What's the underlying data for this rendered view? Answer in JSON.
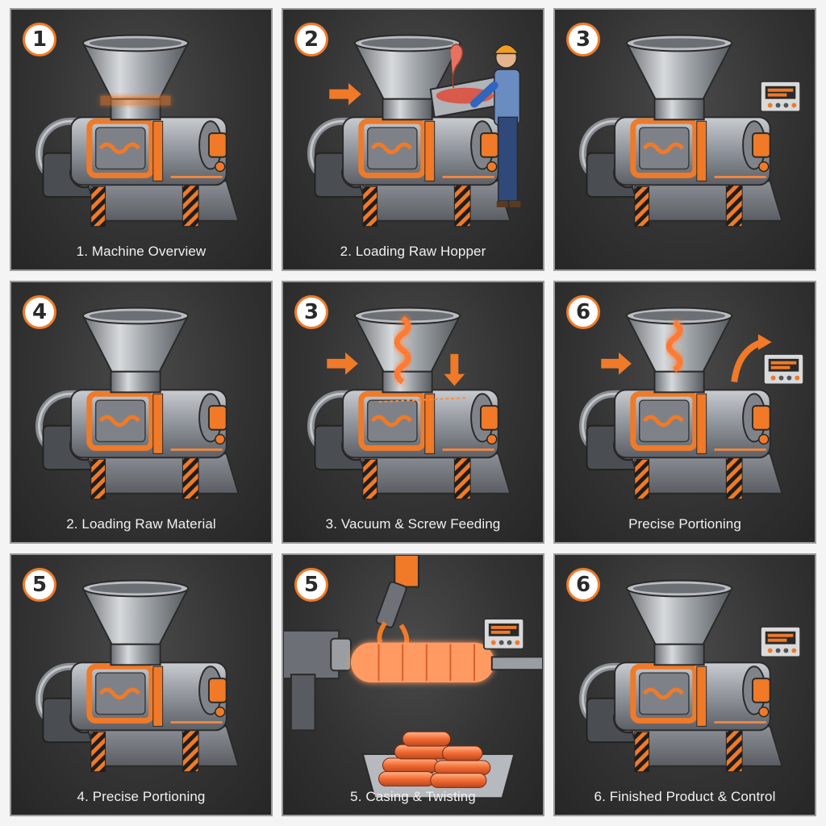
{
  "panels": [
    {
      "badge": "1",
      "caption": "1.  Machine Overview",
      "variant": "overview"
    },
    {
      "badge": "2",
      "caption": "2. Loading Raw Hopper",
      "variant": "worker"
    },
    {
      "badge": "3",
      "caption": "",
      "variant": "control"
    },
    {
      "badge": "4",
      "caption": "2. Loading Raw Material",
      "variant": "overview"
    },
    {
      "badge": "3",
      "caption": "3. Vacuum & Screw Feeding",
      "variant": "screw"
    },
    {
      "badge": "6",
      "caption": "Precise Portioning",
      "variant": "portion"
    },
    {
      "badge": "5",
      "caption": "4. Precise Portioning",
      "variant": "overview"
    },
    {
      "badge": "5",
      "caption": "5. Casing & Twisting",
      "variant": "casing"
    },
    {
      "badge": "6",
      "caption": "6. Finished Product & Control",
      "variant": "control"
    }
  ],
  "colors": {
    "accent": "#f07a28",
    "metal": "#9aa0a6",
    "background": "#2e2e2e"
  }
}
